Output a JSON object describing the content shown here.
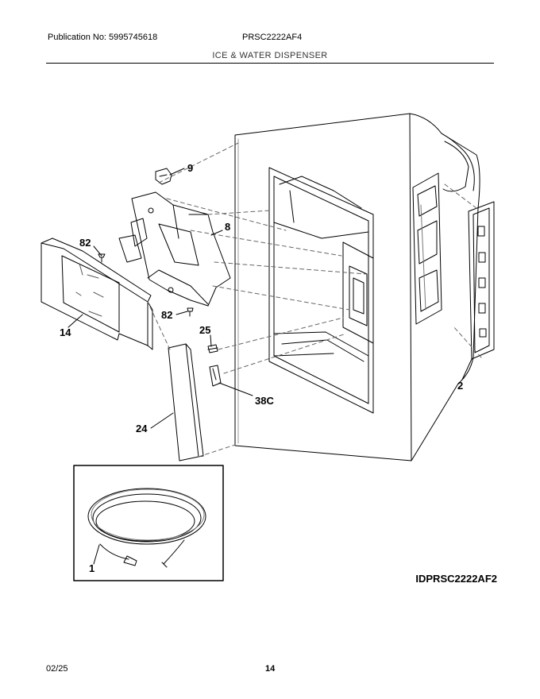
{
  "header": {
    "publication": "Publication No: 5995745618",
    "model": "PRSC2222AF4",
    "section": "ICE & WATER DISPENSER"
  },
  "callouts": {
    "c9": "9",
    "c8": "8",
    "c82a": "82",
    "c82b": "82",
    "c14": "14",
    "c25": "25",
    "c38c": "38C",
    "c24": "24",
    "c2": "2",
    "c1": "1"
  },
  "diagram_id": "IDPRSC2222AF2",
  "footer": {
    "date": "02/25",
    "page": "14"
  }
}
